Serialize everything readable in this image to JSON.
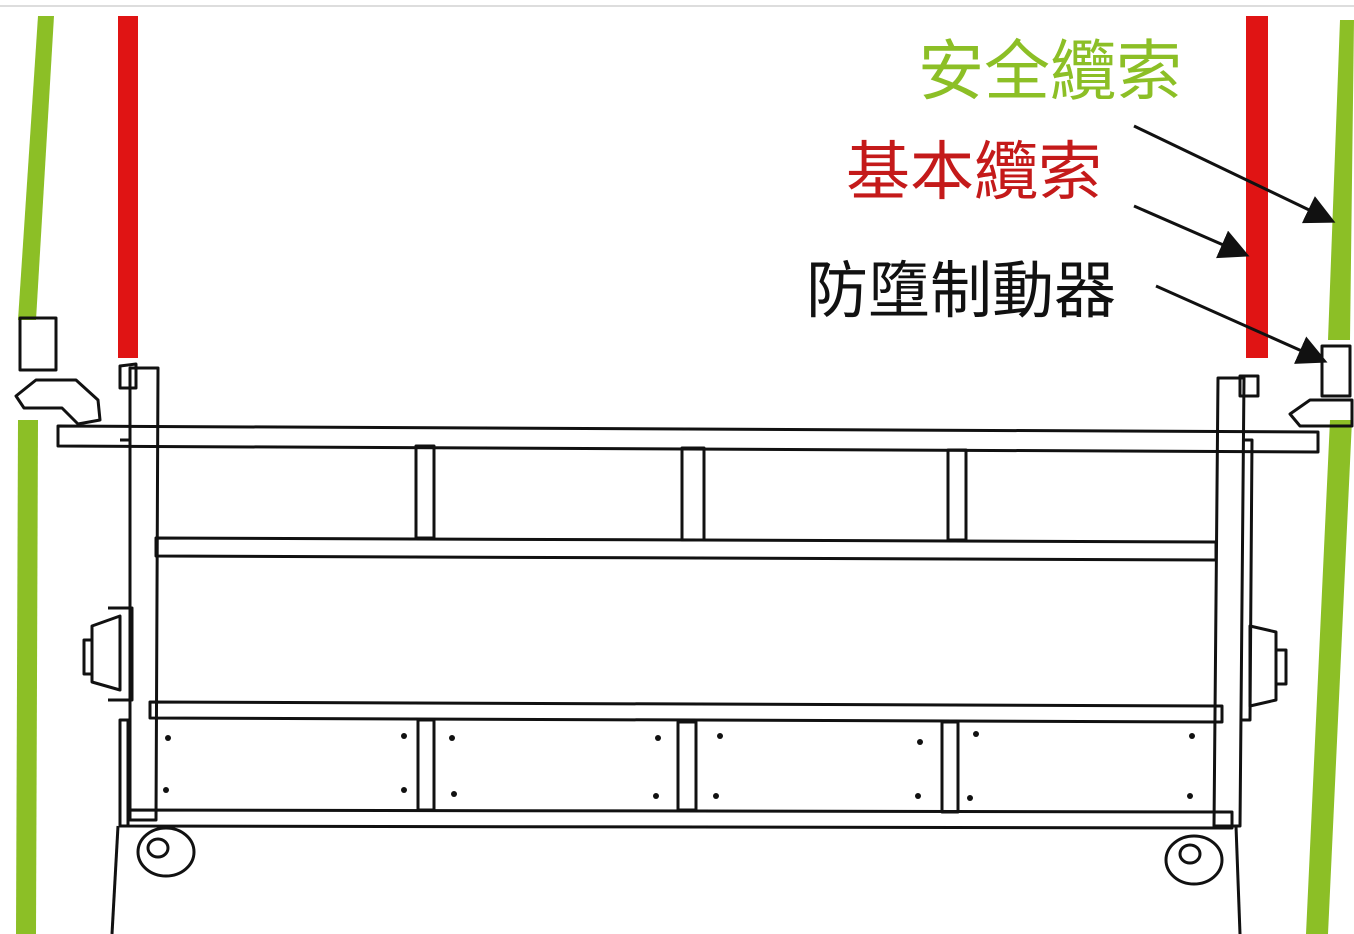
{
  "labels": {
    "safety_cable": "安全纜索",
    "main_cable": "基本纜索",
    "fall_arrester": "防墮制動器"
  },
  "colors": {
    "safety_cable": "#8cbf26",
    "main_cable": "#e01414",
    "fall_arrester": "#111111",
    "frame_stroke": "#111111",
    "background": "#ffffff"
  }
}
